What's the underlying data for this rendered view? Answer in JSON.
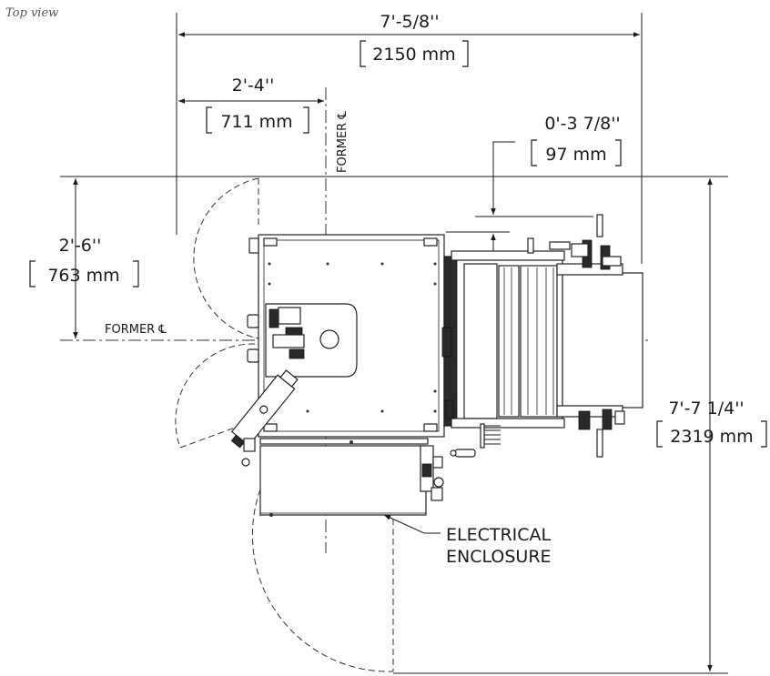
{
  "caption": "Top view",
  "dimensions": {
    "overall_width": {
      "imperial": "7'-5/8''",
      "metric": "2150 mm"
    },
    "former_offset": {
      "imperial": "2'-4''",
      "metric": "711 mm"
    },
    "small_offset": {
      "imperial": "0'-3 7/8''",
      "metric": "97 mm"
    },
    "door_depth": {
      "imperial": "2'-6''",
      "metric": "763 mm"
    },
    "overall_depth": {
      "imperial": "7'-7 1/4''",
      "metric": "2319 mm"
    }
  },
  "labels": {
    "former_cl_vertical": "FORMER ℄",
    "former_cl_horizontal": "FORMER ℄",
    "enclosure_line1": "ELECTRICAL",
    "enclosure_line2": "ENCLOSURE"
  }
}
